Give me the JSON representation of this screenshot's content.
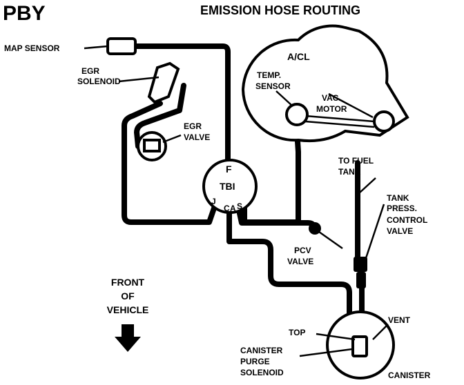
{
  "code": "PBY",
  "title": "EMISSION HOSE ROUTING",
  "labels": {
    "map_sensor": "MAP SENSOR",
    "egr_solenoid": [
      "EGR",
      "SOLENOID"
    ],
    "egr_valve": [
      "EGR",
      "VALVE"
    ],
    "acl": "A/CL",
    "temp_sensor": [
      "TEMP.",
      "SENSOR"
    ],
    "vac_motor": [
      "VAC.",
      "MOTOR"
    ],
    "tbi_f": "F",
    "tbi": "TBI",
    "tbi_ports": [
      "J",
      "C",
      "A",
      "S"
    ],
    "to_fuel_tank": [
      "TO FUEL",
      "TANK"
    ],
    "tank_press": [
      "TANK",
      "PRESS.",
      "CONTROL",
      "VALVE"
    ],
    "pcv_valve": [
      "PCV",
      "VALVE"
    ],
    "front_of_vehicle": [
      "FRONT",
      "OF",
      "VEHICLE"
    ],
    "vent": "VENT",
    "top": "TOP",
    "canister_purge": [
      "CANISTER",
      "PURGE",
      "SOLENOID"
    ],
    "canister": "CANISTER"
  },
  "icons": {
    "front_arrow": "down-arrow-icon"
  },
  "colors": {
    "ink": "#000000",
    "paper": "#ffffff"
  }
}
